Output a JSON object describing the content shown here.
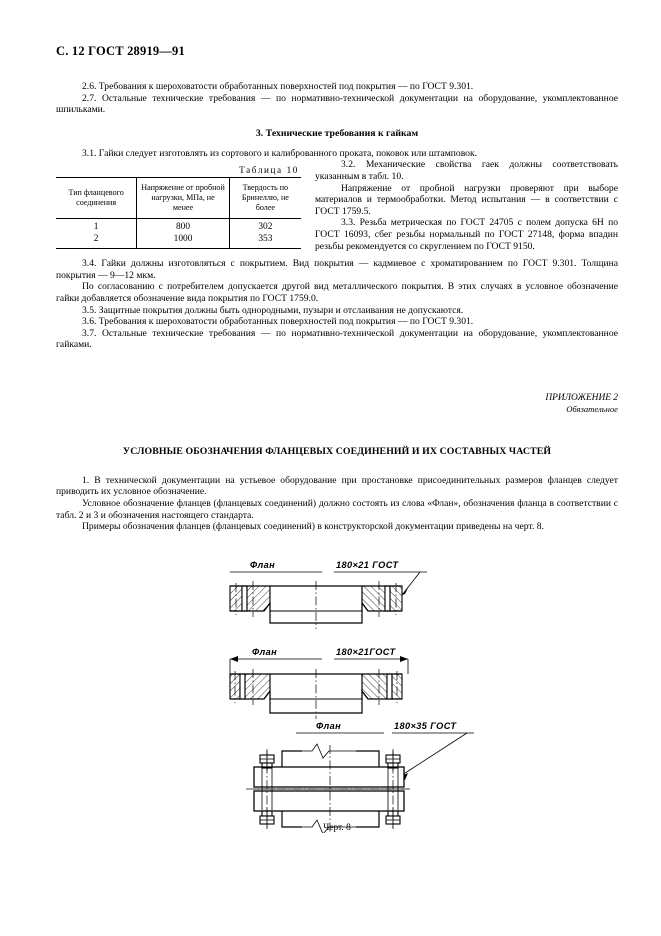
{
  "page": {
    "header": "С. 12 ГОСТ 28919—91"
  },
  "section2": {
    "items": [
      "2.6.  Требования к шероховатости обработанных поверхностей под покрытия — по ГОСТ 9.301.",
      "2.7.  Остальные технические требования — по нормативно-технической документации на оборудование, укомплектованное шпильками."
    ]
  },
  "section3": {
    "heading": "3.  Технические требования к гайкам",
    "item_3_1": "3.1.  Гайки следует изготовлять из сортового и калиброванного проката, поковок или штамповок.",
    "right_column": [
      "3.2.  Механические свойства гаек должны соответствовать указанным в табл. 10.",
      "Напряжение от пробной нагрузки проверяют при выборе материалов и термообработки. Метод испытания — в соответствии с ГОСТ 1759.5.",
      "3.3.  Резьба метрическая по ГОСТ 24705 с полем допуска 6Н по ГОСТ 16093, сбег резьбы нормальный по ГОСТ 27148, форма впадин резьбы рекомендуется со скруглением по ГОСТ 9150."
    ],
    "after_table": [
      "3.4.  Гайки должны изготовляться с покрытием. Вид покрытия — кадмиевое с хроматированием по ГОСТ 9.301. Толщина покрытия — 9—12 мкм.",
      "По согласованию с потребителем допускается другой вид металлического покрытия. В этих случаях в условное обозначение гайки добавляется обозначение вида покрытия по ГОСТ 1759.0.",
      "3.5.  Защитные покрытия должны быть однородными, пузыри и отслаивания не допускаются.",
      "3.6.  Требования к шероховатости обработанных поверхностей под покрытия — по ГОСТ 9.301.",
      "3.7.  Остальные технические требования — по нормативно-технической документации на оборудование, укомплектованное гайками."
    ]
  },
  "table10": {
    "caption": "Таблица  10",
    "columns": [
      "Тип фланцевого соединения",
      "Напряжение от пробной нагрузки, МПа, не менее",
      "Твердость по Бринеллю, не более"
    ],
    "rows": [
      [
        "1",
        "800",
        "302"
      ],
      [
        "2",
        "1000",
        "353"
      ]
    ]
  },
  "appendix": {
    "number": "ПРИЛОЖЕНИЕ 2",
    "kind": "Обязательное",
    "title": "УСЛОВНЫЕ ОБОЗНАЧЕНИЯ ФЛАНЦЕВЫХ СОЕДИНЕНИЙ И ИХ СОСТАВНЫХ ЧАСТЕЙ",
    "paragraphs": [
      "1.  В технической документации на устьевое оборудование при простановке присоединительных размеров фланцев следует приводить их условное обозначение.",
      "Условное обозначение фланцев (фланцевых соединений) должно состоять из слова «Флан», обозначения фланца в соответствии с табл. 2 и 3 и обозначения настоящего стандарта.",
      "Примеры обозначения фланцев (фланцевых соединений) в конструкторской документации приведены на черт. 8."
    ]
  },
  "figures": {
    "fig1_label_a": "Флан",
    "fig1_label_b": "180×21 ГОСТ",
    "fig2_label_a": "Флан",
    "fig2_label_b": "180×21ГОСТ",
    "fig3_label_a": "Флан",
    "fig3_label_b": "180×35 ГОСТ",
    "caption": "Черт. 8"
  }
}
